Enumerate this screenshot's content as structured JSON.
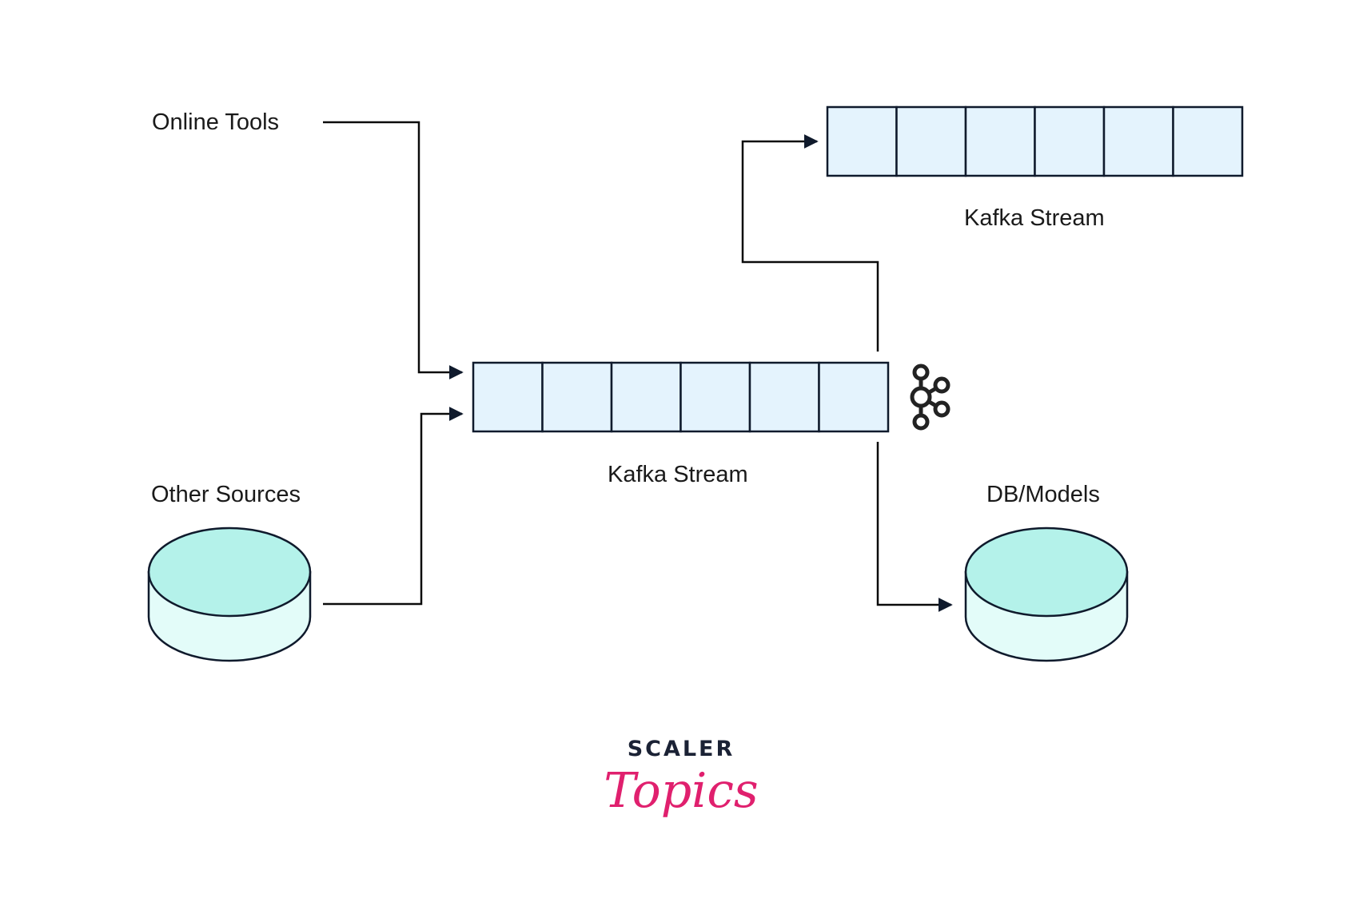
{
  "diagram": {
    "title": "Kafka streaming architecture",
    "nodes": {
      "online_tools": {
        "label": "Online Tools"
      },
      "other_sources": {
        "label": "Other Sources",
        "shape": "database-cylinder"
      },
      "kafka_stream_main": {
        "label": "Kafka Stream",
        "shape": "queue",
        "cells": 6,
        "icon": "apache-kafka-icon"
      },
      "kafka_stream_output": {
        "label": "Kafka Stream",
        "shape": "queue",
        "cells": 6
      },
      "db_models": {
        "label": "DB/Models",
        "shape": "database-cylinder"
      }
    },
    "edges": [
      {
        "from": "Online Tools",
        "to": "Kafka Stream (main)"
      },
      {
        "from": "Other Sources",
        "to": "Kafka Stream (main)"
      },
      {
        "from": "Kafka Stream (main)",
        "to": "Kafka Stream (output)"
      },
      {
        "from": "Kafka Stream (main)",
        "to": "DB/Models"
      }
    ]
  },
  "branding": {
    "line1": "SCALER",
    "line2": "Topics"
  },
  "colors": {
    "queue_cell": "#e4f3fd",
    "cylinder_top": "#b4f2ea",
    "cylinder_side": "#e3fcf9",
    "stroke": "#0f1a2c",
    "brand_dark": "#1b2235",
    "brand_pink": "#e0206e"
  }
}
